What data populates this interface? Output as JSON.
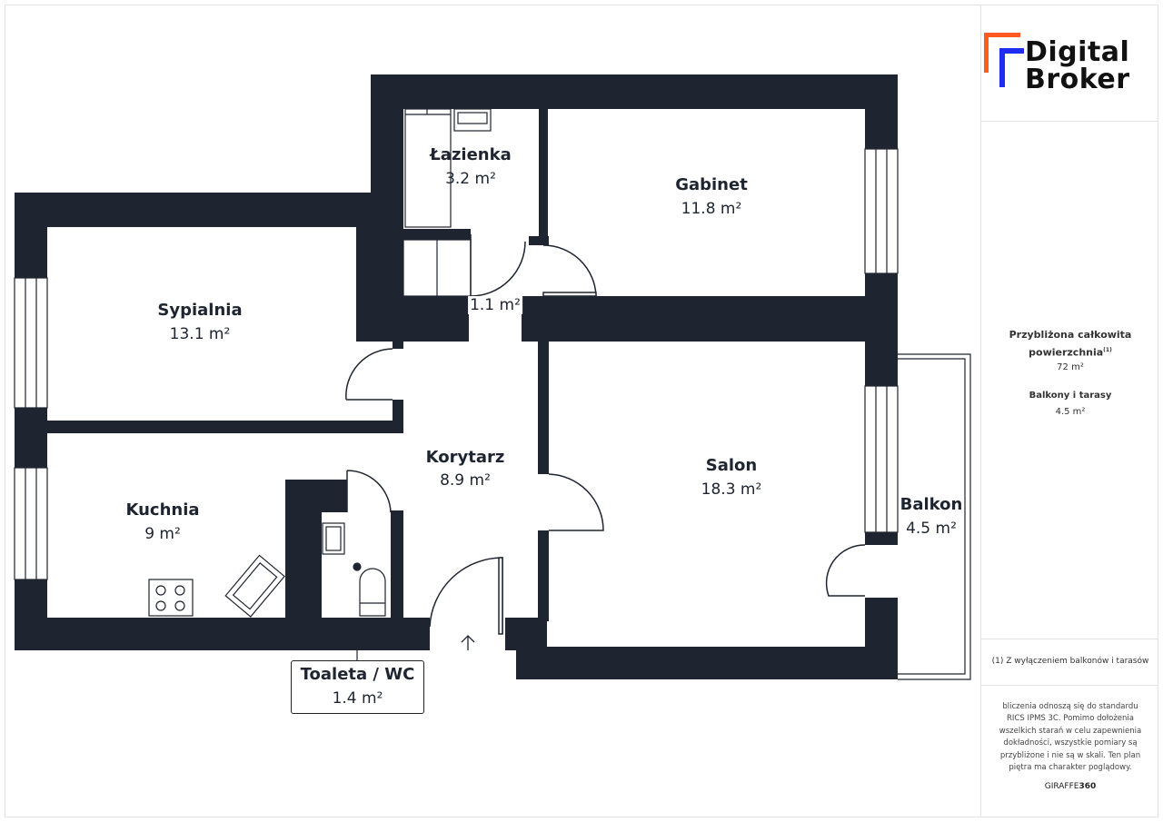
{
  "brand": {
    "line1": "Digital",
    "line2": "Broker",
    "colors": {
      "orange": "#ff5a1f",
      "blue": "#1c2df0",
      "text": "#111111"
    }
  },
  "colors": {
    "wall": "#1e2530",
    "line": "#1e2530",
    "background": "#ffffff"
  },
  "rooms": [
    {
      "id": "lazienka",
      "name": "Łazienka",
      "area": "3.2 m²"
    },
    {
      "id": "gabinet",
      "name": "Gabinet",
      "area": "11.8 m²"
    },
    {
      "id": "sypialnia",
      "name": "Sypialnia",
      "area": "13.1 m²"
    },
    {
      "id": "hall",
      "name": "",
      "area": "1.1 m²"
    },
    {
      "id": "korytarz",
      "name": "Korytarz",
      "area": "8.9 m²"
    },
    {
      "id": "salon",
      "name": "Salon",
      "area": "18.3 m²"
    },
    {
      "id": "kuchnia",
      "name": "Kuchnia",
      "area": "9 m²"
    },
    {
      "id": "balkon",
      "name": "Balkon",
      "area": "4.5 m²"
    }
  ],
  "wc": {
    "name": "Toaleta / WC",
    "area": "1.4 m²"
  },
  "summary": {
    "total_label_line1": "Przybliżona całkowita",
    "total_label_line2": "powierzchnia",
    "total_note_mark": "(1)",
    "total_value": "72 m²",
    "balcony_label": "Balkony i tarasy",
    "balcony_value": "4.5 m²"
  },
  "footnote": "(1) Z wyłączeniem balkonów i tarasów",
  "disclaimer": [
    "bliczenia odnoszą się do standardu",
    "RICS IPMS 3C. Pomimo dołożenia",
    "wszelkich starań w celu zapewnienia",
    "dokładności, wszystkie pomiary są",
    "przybliżone i nie są w skali. Ten plan",
    "piętra ma charakter poglądowy."
  ],
  "credit": {
    "prefix": "GIRAFFE",
    "suffix": "360"
  },
  "icons": {
    "entrance": "arrow-up-icon",
    "stove": "stove-icon",
    "toilet": "toilet-icon"
  }
}
